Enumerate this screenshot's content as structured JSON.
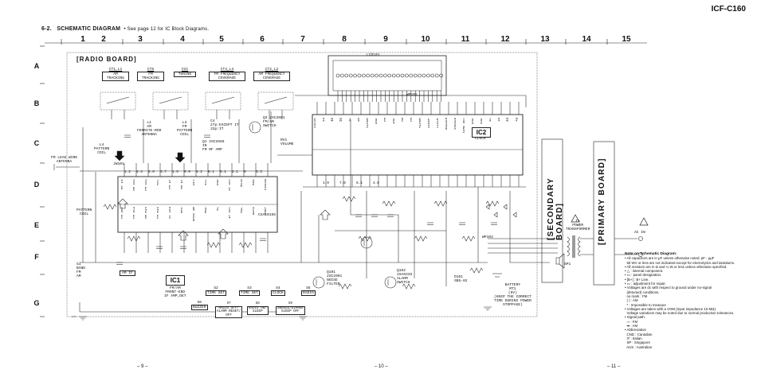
{
  "header": {
    "model": "ICF-C160",
    "section": "6-2.",
    "title": "SCHEMATIC DIAGRAM",
    "note": "• See page 12 for IC Block Diagrams."
  },
  "grid": {
    "columns": [
      "1",
      "2",
      "3",
      "4",
      "5",
      "6",
      "7",
      "8",
      "9",
      "10",
      "11",
      "12",
      "13",
      "14",
      "15"
    ],
    "rows": [
      "A",
      "B",
      "C",
      "D",
      "E",
      "F",
      "G"
    ]
  },
  "boards": {
    "radio": "[RADIO BOARD]",
    "secondary": "[SECONDARY BOARD]",
    "primary": "[PRIMARY BOARD]"
  },
  "coil_boxes": [
    {
      "ref": "CT1,L1",
      "lines": [
        "AM",
        "TRACKING"
      ]
    },
    {
      "ref": "CT5",
      "lines": [
        "FM",
        "TRACKING"
      ]
    },
    {
      "ref": "CV1",
      "lines": [
        "TUNING"
      ]
    },
    {
      "ref": "CT4,L4",
      "lines": [
        "FM FREQUENCY",
        "COVERAGE"
      ]
    },
    {
      "ref": "CT2,L2",
      "lines": [
        "AM FREQUENCY",
        "COVERAGE"
      ]
    }
  ],
  "ics": {
    "ic1": {
      "ref": "IC1",
      "lines": [
        "FM/AM",
        "FRONT-END",
        "IF AMP,DET"
      ]
    },
    "ic2": {
      "ref": "IC2",
      "lines": [
        "CLOCK"
      ]
    },
    "ic3": "CXA1019S"
  },
  "parts": {
    "lcd": "LCD101",
    "wp101": "WP101",
    "wp103": "WP103",
    "l1": [
      "L1",
      "AM",
      "FERRITE-ROD",
      "ANTENNA"
    ],
    "l3": [
      "L3",
      "FM",
      "PATTERN",
      "COIL"
    ],
    "l4": [
      "L4",
      "PATTERN",
      "COIL"
    ],
    "c4": [
      "C4",
      "27p:EXCEPT IT",
      "33p:IT"
    ],
    "q1": [
      "Q1 2SC2668",
      "IN",
      "FM RF AMP"
    ],
    "q3": [
      "Q3 2SC2001",
      "FM/AM",
      "SWITCH"
    ],
    "fm_antenna": [
      "FM LEAD WIRE",
      "ANTENNA"
    ],
    "pattern_coil": [
      "PATTERN",
      "COIL"
    ],
    "jw": "JW101",
    "s1": [
      "S1",
      "BAND",
      "FM",
      "AM"
    ],
    "am_lbl": "AM IF",
    "q101": [
      "Q101",
      "2SC2001",
      "NOISE",
      "FILTER"
    ],
    "q102": [
      "Q102",
      "2SA933S",
      "ALARM",
      "SWITCH"
    ],
    "volume": "RV1\nVOLUME",
    "sp1": "SP1",
    "d101": "D101\nSB5-02",
    "battery": [
      "BATTERY",
      "MT1",
      "(9V)",
      "(KEEP THE CORRECT",
      "TIME DURING POWER",
      "STOPPAGE)"
    ],
    "transformer": [
      "T1",
      "POWER",
      "TRANSFORMER"
    ],
    "ac": "AC IN"
  },
  "switches": [
    {
      "ref": "S2",
      "label": "TIME SET"
    },
    {
      "ref": "S3",
      "label": "TIME SET"
    },
    {
      "ref": "S4",
      "label": "CLOCK"
    },
    {
      "ref": "S5",
      "label": "RADIO"
    },
    {
      "ref": "S6",
      "label": "BUZZER"
    }
  ],
  "switch_boxes": [
    {
      "ref": "S7",
      "lines": [
        "RADIO OFF/",
        "ALARM RESET/",
        "OFF"
      ]
    },
    {
      "ref": "S8",
      "lines": [
        "RADIO ON/",
        "SLEEP"
      ]
    },
    {
      "ref": "S9",
      "lines": [
        "SNOOZE/DIMMER",
        "SLEEP OFF"
      ]
    }
  ],
  "ic2_pins": [
    "COLON",
    "4a",
    "4b",
    "3b",
    "3c",
    "4e",
    "ALARM",
    "GND",
    "PM",
    "IND",
    "AM",
    "FM",
    "ALARM",
    "SLEEP",
    "CLOCK",
    "BUZZER",
    "SNOOZE",
    "TIME SET",
    "GND",
    "VDD",
    "4c",
    "3a",
    "3d",
    "3g"
  ],
  "ic1_pins": [
    "RF IN",
    "AM OSC",
    "FM OSC",
    "AFC",
    "FM IF",
    "AM IF",
    "DET",
    "VCC",
    "GND",
    "AF OUT",
    "MUTE",
    "REG",
    "TUNING",
    "FM DET",
    "FM VCO",
    "AM MIX",
    "FM MIX",
    "ST LED",
    "MPX",
    "BAND SW",
    "MOD",
    "NC",
    "IF OUT",
    "AGC",
    "BIAS",
    "VREF"
  ],
  "voltages": [
    "1.2",
    "2.4",
    "2.6",
    "3.7",
    "1.5",
    "0.9",
    "4.2",
    "8.1",
    "5.1",
    "2.1",
    "0",
    "3.3",
    "1.9",
    "7.6",
    "6.1",
    "4.8"
  ],
  "notes": {
    "heading": "Note on Schematic Diagram:",
    "items": [
      "• All capacitors are in μF unless otherwise noted. pF : μμF",
      "  50 WV or less are not indicated except for electrolytics and tantalums.",
      "• All resistors are in Ω and ¼ W or less unless otherwise specified.",
      "• △ : internal component.",
      "• ▭ : panel designation.",
      "• [B+] : B+ Line.",
      "• ▭ : adjustment for repair.",
      "• Voltages are dc with respect to ground under no-signal",
      "  (detuned) conditions.",
      "  no mark : FM",
      "  ( ) : AM",
      "  * : Impossible to measure",
      "• Voltages are taken with a VOM (Input impedance 10 MΩ).",
      "  Voltage variations may be noted due to normal production tolerances.",
      "• Signal path.",
      "  ⇨ : FM",
      "  ➡ : AM",
      "• Abbreviation",
      "  CND : Canadian",
      "  IT : Italian",
      "  SP : Singapore",
      "  AUS : Australian"
    ]
  },
  "page_numbers": [
    "– 9 –",
    "– 10 –",
    "– 11 –"
  ]
}
